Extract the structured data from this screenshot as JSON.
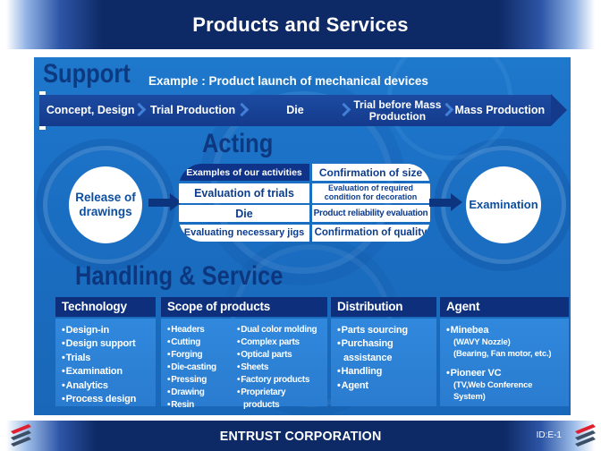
{
  "title_bar": {
    "title": "Products and Services"
  },
  "support": {
    "heading": "Support",
    "example_caption": "Example : Product launch of mechanical devices",
    "stages": [
      "Concept, Design",
      "Trial Production",
      "Die",
      "Trial before Mass Production",
      "Mass Production"
    ]
  },
  "acting": {
    "heading": "Acting",
    "release_circle_label": "Release of drawings",
    "examination_circle_label": "Examination",
    "table": {
      "header": "Examples of our activities",
      "left_rows": [
        "Evaluation of trials",
        "Die",
        "Evaluating necessary jigs"
      ],
      "right_rows": [
        "Confirmation of size",
        "Evaluation of required condition for decoration",
        "Product reliability evaluation",
        "Confirmation of quality"
      ]
    }
  },
  "handling": {
    "heading": "Handling & Service",
    "columns": [
      {
        "header": "Technology",
        "items": [
          "Design-in",
          "Design support",
          "Trials",
          "Examination",
          "Analytics",
          "Process design"
        ]
      },
      {
        "header": "Scope of products",
        "items_left": [
          "Headers",
          "Cutting",
          "Forging",
          "Die-casting",
          "Pressing",
          "Drawing",
          "Resin"
        ],
        "items_right": [
          "Dual color molding",
          "Complex parts",
          "Optical parts",
          "Sheets",
          "Factory products",
          "Proprietary products"
        ]
      },
      {
        "header": "Distribution",
        "items": [
          "Parts sourcing",
          "Purchasing assistance",
          "Handling",
          "Agent"
        ]
      },
      {
        "header": "Agent",
        "entries": [
          {
            "name": "Minebea",
            "notes": [
              "(WAVY Nozzle)",
              "(Bearing, Fan motor, etc.)"
            ]
          },
          {
            "name": "Pioneer VC",
            "notes": [
              "(TV,Web Conference System)"
            ]
          }
        ]
      }
    ]
  },
  "footer": {
    "company": "ENTRUST CORPORATION",
    "id_label": "ID:E-1"
  },
  "icons": {
    "stage_separator": "chevron-right",
    "flow_arrow": "arrow-right",
    "logo": "three-diagonal-stripes"
  },
  "colors": {
    "title_navy": "#0e2a66",
    "panel_blue": "#1b6fc2",
    "band_navy": "#143a8c",
    "table_header_navy": "#10338a",
    "column_header_navy": "#0d2f7c",
    "column_body_blue": "#2e82d6",
    "text_navy": "#0c3c8c",
    "accent_red": "#e01f30",
    "logo_slate": "#3c4f66",
    "white": "#ffffff"
  }
}
